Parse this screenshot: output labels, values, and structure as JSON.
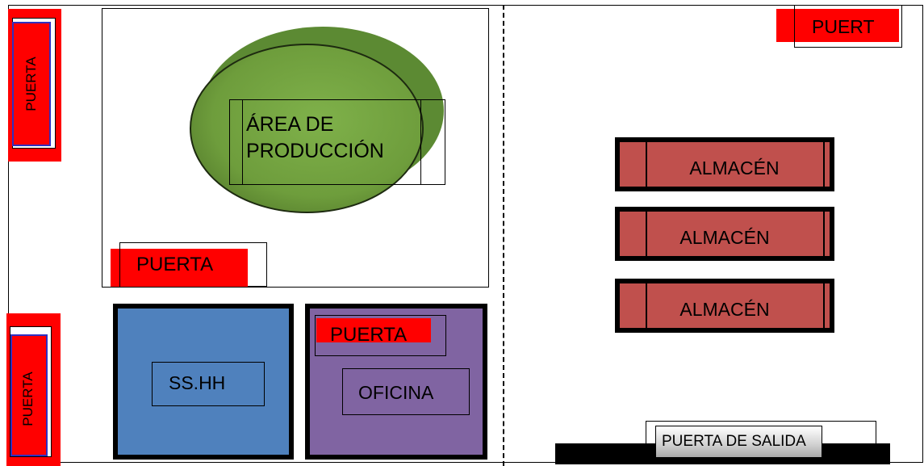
{
  "colors": {
    "door": "#ff0000",
    "ss_hh": "#4f81bd",
    "oficina": "#8064a2",
    "almacen": "#c0504d",
    "production_area": "#77a540"
  },
  "labels": {
    "production_area": "ÁREA DE\nPRODUCCIÓN",
    "door": "PUERTA",
    "door_top_right": "PUERT",
    "ss_hh": "SS.HH",
    "oficina": "OFICINA",
    "almacen": [
      "ALMACÉN",
      "ALMACÉN",
      "ALMACÉN"
    ],
    "exit_door": "PUERTA DE SALIDA"
  }
}
